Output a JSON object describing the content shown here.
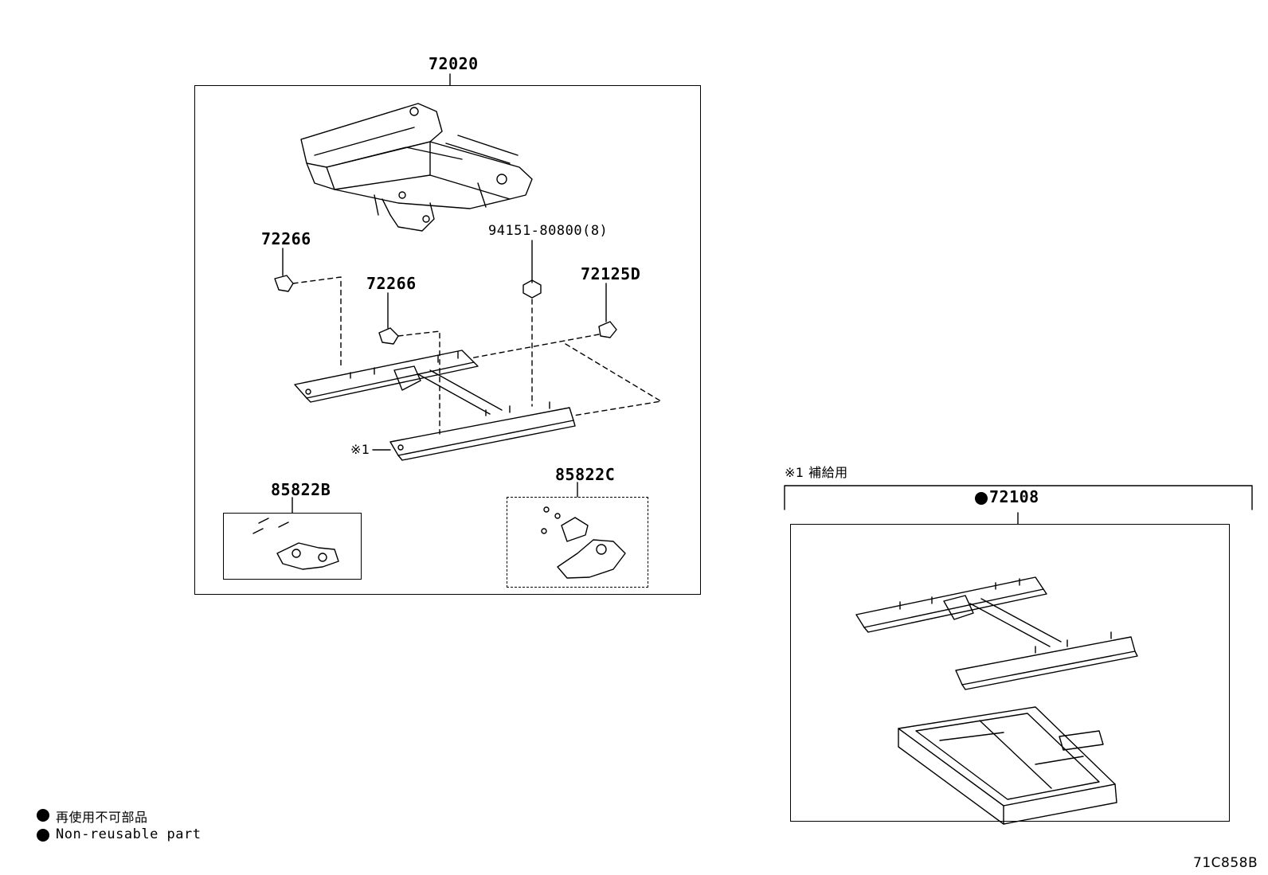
{
  "parts": {
    "main_assembly": "72020",
    "bolt": "94151-80800(8)",
    "cover_left": "72266",
    "cover_center": "72266",
    "cover_right": "72125D",
    "note_ref": "※1",
    "motor_b": "85822B",
    "motor_c": "85822C",
    "supply_assembly": "72108"
  },
  "supply_note": "※1 補給用",
  "legend": {
    "jp": "再使用不可部品",
    "en": "Non-reusable part"
  },
  "diagram_code": "71C858B"
}
